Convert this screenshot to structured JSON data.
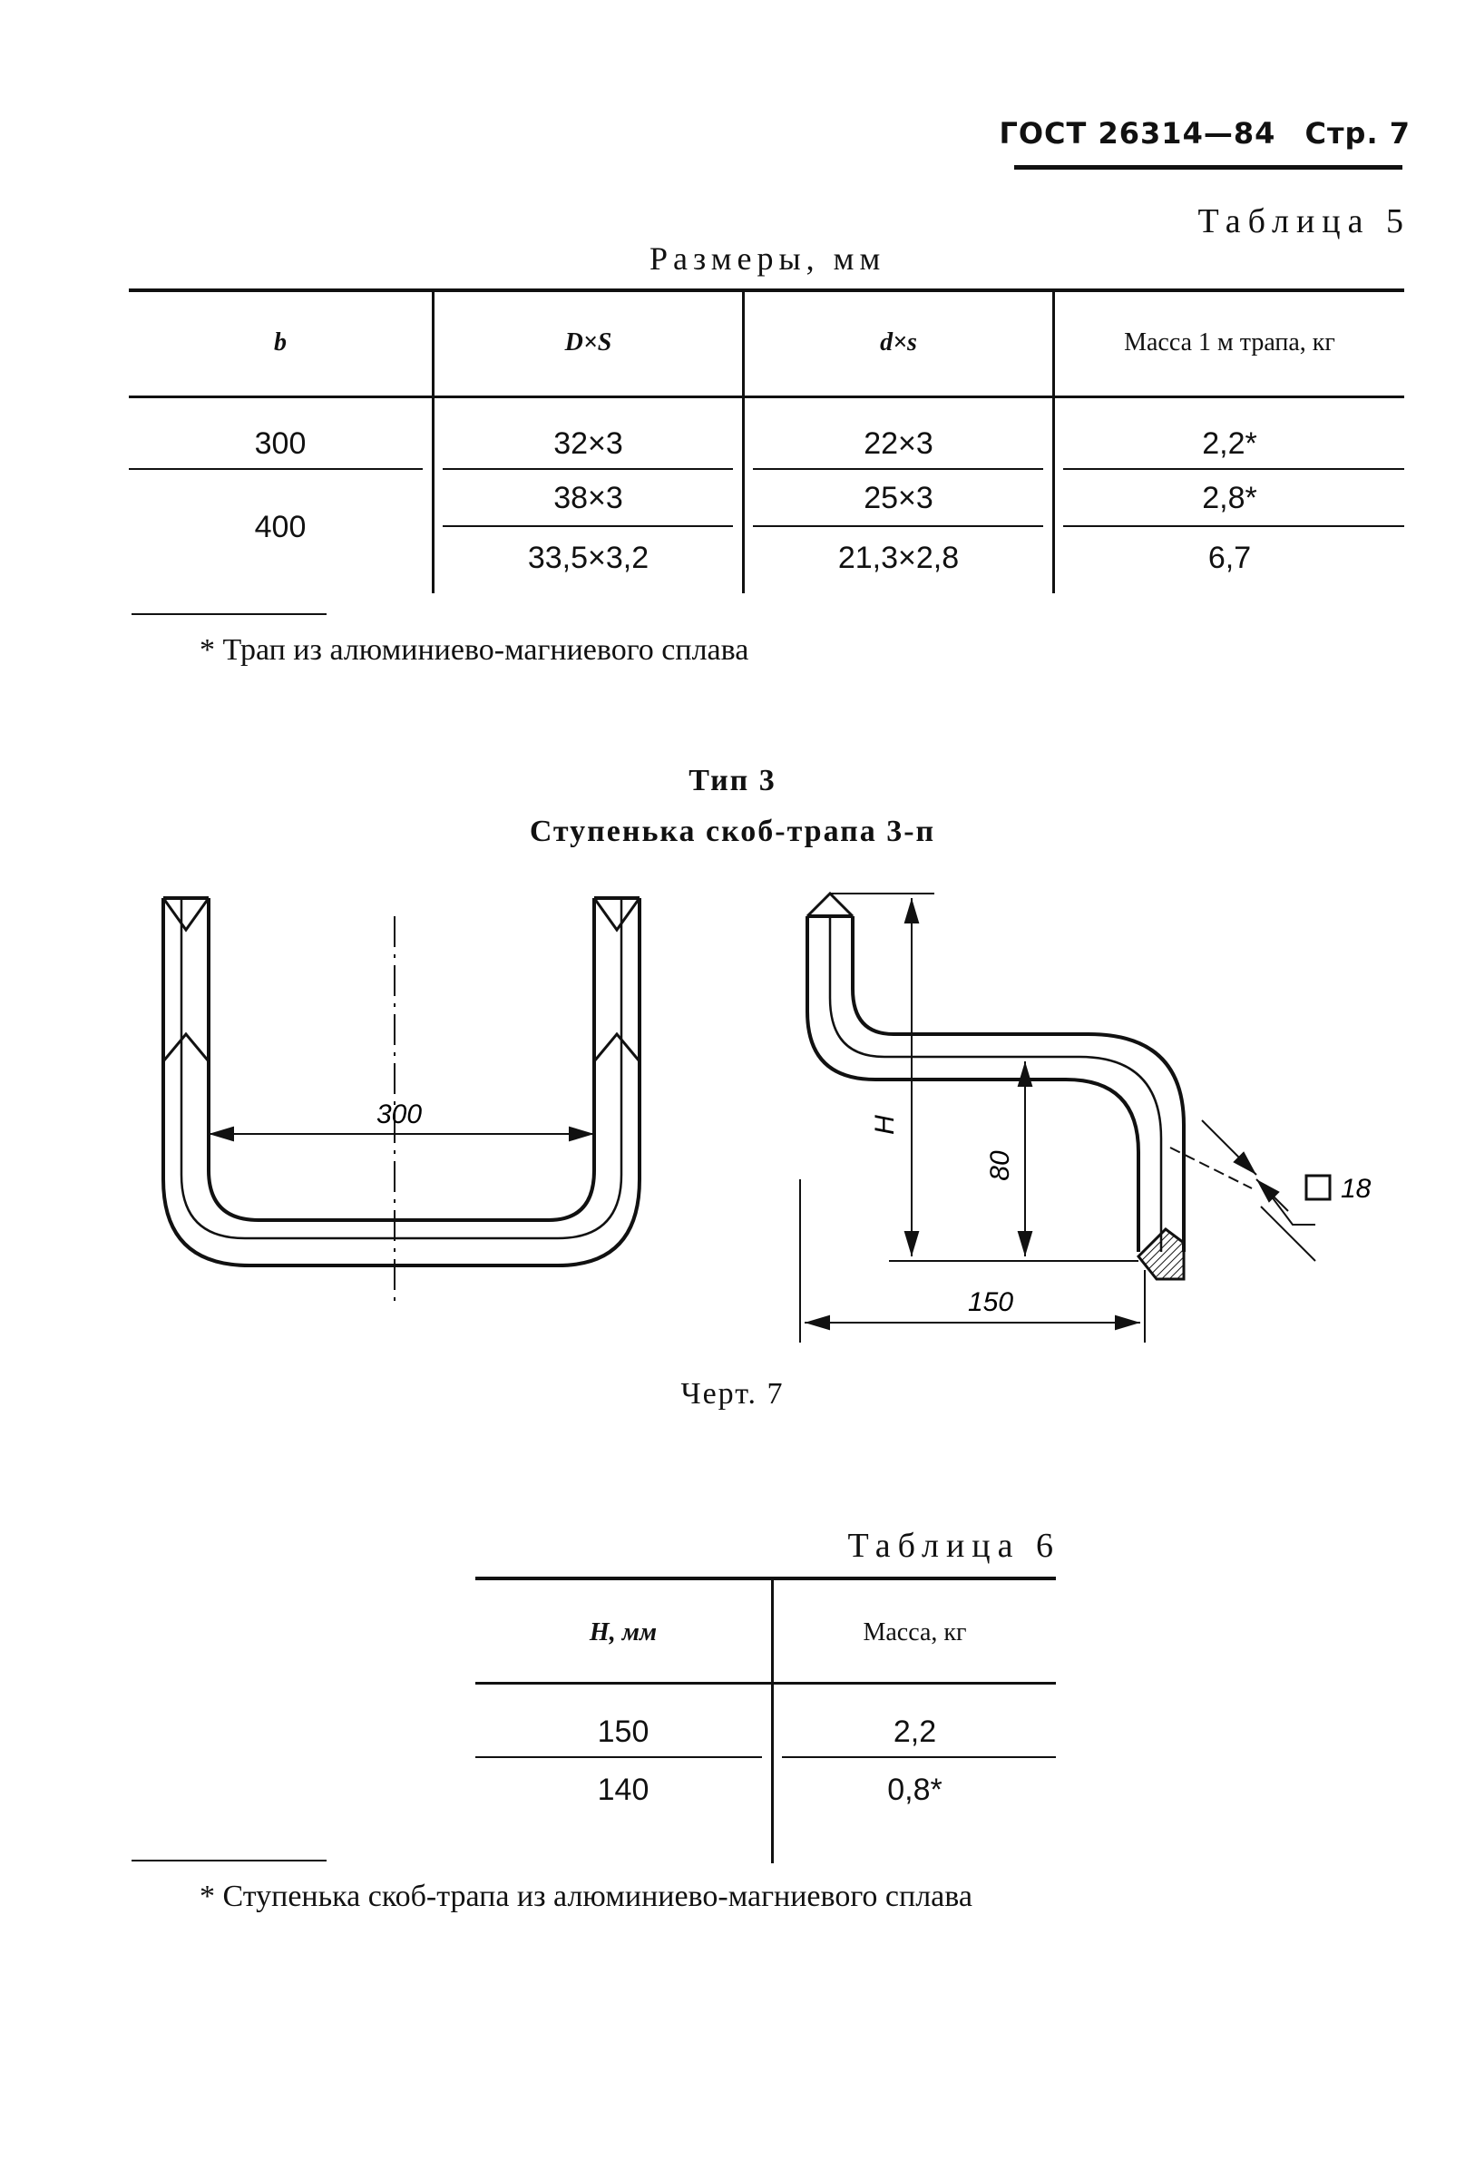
{
  "header": {
    "standard": "ГОСТ 26314—84",
    "page": "Стр. 7"
  },
  "table5": {
    "label": "Таблица 5",
    "subtitle": "Размеры, мм",
    "headers": [
      "b",
      "D×S",
      "d×s",
      "Масса 1 м трапа, кг"
    ],
    "rows": [
      {
        "b": "300",
        "DS": "32×3",
        "ds": "22×3",
        "mass": "2,2*"
      },
      {
        "b": "400",
        "DS": "38×3",
        "ds": "25×3",
        "mass": "2,8*"
      },
      {
        "b": "",
        "DS": "33,5×3,2",
        "ds": "21,3×2,8",
        "mass": "6,7"
      }
    ],
    "footnote": "* Трап из алюминиево-магниевого сплава"
  },
  "type3": {
    "title": "Тип 3",
    "subtitle": "Ступенька скоб-трапа 3-п"
  },
  "drawing": {
    "dim_width": "300",
    "dim_H": "H",
    "dim_80": "80",
    "dim_150": "150",
    "dim_square": "18",
    "caption": "Черт. 7"
  },
  "table6": {
    "label": "Таблица 6",
    "headers": [
      "H, мм",
      "Масса, кг"
    ],
    "rows": [
      {
        "H": "150",
        "mass": "2,2"
      },
      {
        "H": "140",
        "mass": "0,8*"
      }
    ],
    "footnote": "* Ступенька скоб-трапа из алюминиево-магниевого сплава"
  }
}
